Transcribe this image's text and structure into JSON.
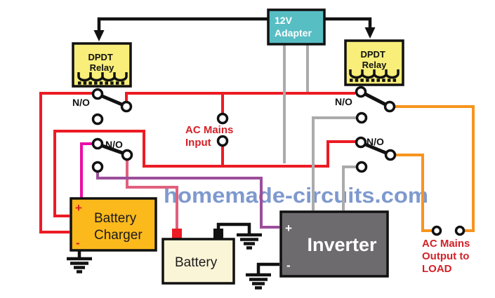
{
  "watermark": "homemade-circuits.com",
  "adapter": {
    "line1": "12V",
    "line2": "Adapter"
  },
  "relay_left": {
    "line1": "DPDT",
    "line2": "Relay"
  },
  "relay_right": {
    "line1": "DPDT",
    "line2": "Relay"
  },
  "switch_label": "N/O",
  "ac_input": {
    "line1": "AC Mains",
    "line2": "Input"
  },
  "ac_output": {
    "line1": "AC Mains",
    "line2": "Output to",
    "line3": "LOAD"
  },
  "charger": {
    "line1": "Battery",
    "line2": "Charger",
    "plus": "+",
    "minus": "-"
  },
  "battery": {
    "label": "Battery"
  },
  "inverter": {
    "label": "Inverter",
    "plus": "+",
    "minus": "-"
  },
  "colors": {
    "wire_red": "#EC1B24",
    "wire_pink": "#E0607E",
    "wire_magenta": "#EC0DA6",
    "wire_purple": "#9C4E9B",
    "wire_orange": "#F7941E",
    "wire_gray": "#ABABAB",
    "adapter_fill": "#57BEC4",
    "relay_fill": "#F8EE79",
    "charger_fill": "#FBB91C",
    "battery_fill": "#FBF5D7",
    "inverter_fill": "#6D6B6E",
    "watermark_blue": "#7E99CE",
    "label_red": "#D42127"
  }
}
